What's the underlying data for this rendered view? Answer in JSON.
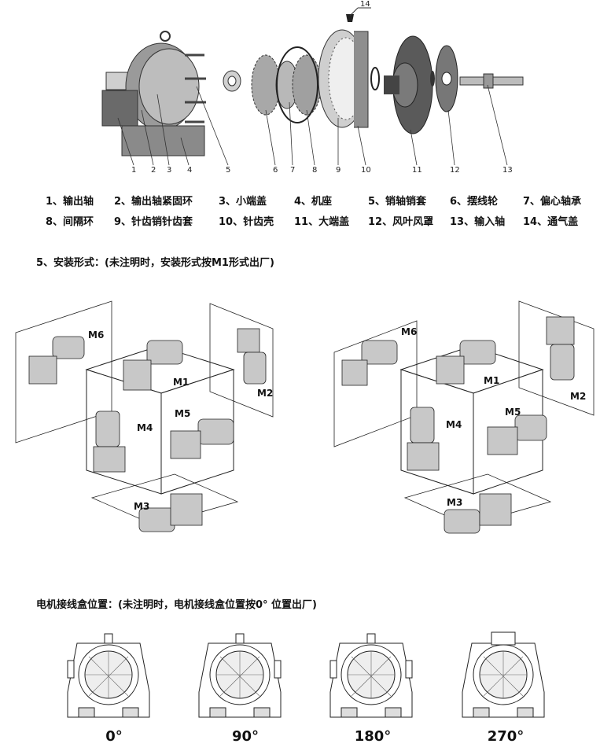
{
  "exploded_view": {
    "callouts": [
      "1",
      "2",
      "3",
      "4",
      "5",
      "6",
      "7",
      "8",
      "9",
      "10",
      "11",
      "12",
      "13",
      "14"
    ]
  },
  "parts_legend": {
    "row1": [
      "1、输出轴",
      "2、输出轴紧固环",
      "3、小端盖",
      "4、机座",
      "5、销轴销套",
      "6、摆线轮",
      "7、偏心轴承"
    ],
    "row2": [
      "8、间隔环",
      "9、针齿销针齿套",
      "10、针齿壳",
      "11、大端盖",
      "12、风叶风罩",
      "13、输入轴",
      "14、通气盖"
    ]
  },
  "mounting": {
    "title": "5、安装形式：(未注明时，安装形式按M1形式出厂)",
    "positions": [
      "M1",
      "M2",
      "M3",
      "M4",
      "M5",
      "M6"
    ]
  },
  "terminal_box": {
    "title": "电机接线盒位置：(未注明时，电机接线盒位置按0°  位置出厂)",
    "angles": [
      "0°",
      "90°",
      "180°",
      "270°"
    ]
  }
}
